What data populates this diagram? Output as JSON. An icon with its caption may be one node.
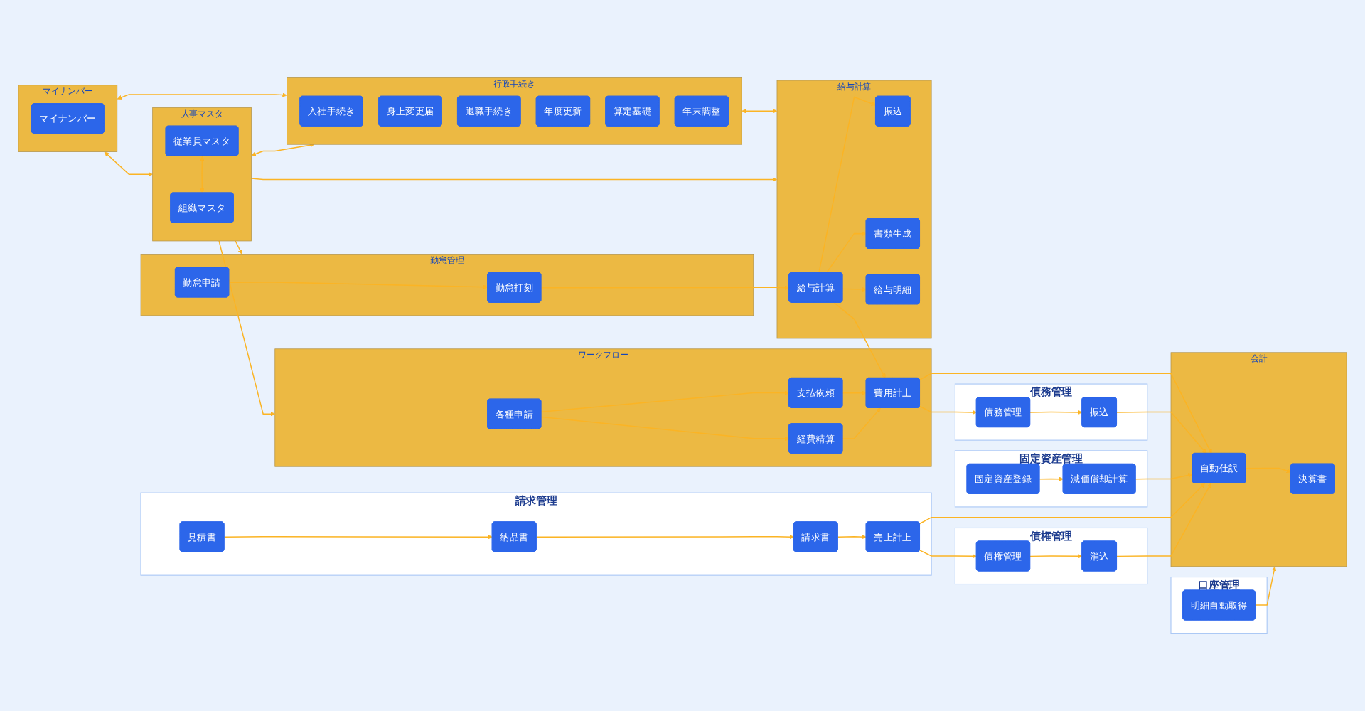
{
  "diagram": {
    "nodes": [
      {
        "text": [
          "マイナンバー"
        ]
      },
      {
        "text": [
          "マイナンバー"
        ],
        "in": 0
      },
      {
        "text": [
          "人事マスタ"
        ]
      },
      {
        "text": [
          "従業員マスタ"
        ],
        "in": 2
      },
      {
        "text": [
          "組織マスタ"
        ],
        "in": 2
      },
      {
        "text": [
          "ワークフロー"
        ]
      },
      {
        "text": [
          "各種申請"
        ],
        "in": 5
      },
      {
        "text": [
          "支払依頼"
        ],
        "in": 5
      },
      {
        "text": [
          "経費精算"
        ],
        "in": 5
      },
      {
        "text": [
          "費用計上"
        ],
        "in": 5
      },
      {
        "text": [
          "口座管理"
        ]
      },
      {
        "text": [
          "明細自動取得"
        ],
        "in": 10
      },
      {
        "text": [
          "請求管理"
        ]
      },
      {
        "text": [
          "見積書"
        ],
        "in": 12
      },
      {
        "text": [
          "納品書"
        ],
        "in": 12
      },
      {
        "text": [
          "請求書"
        ],
        "in": 12
      },
      {
        "text": [
          "売上計上"
        ],
        "in": 12
      },
      {
        "text": [
          "行政手続き"
        ]
      },
      {
        "text": [
          "入社手続き"
        ],
        "in": 17
      },
      {
        "text": [
          "身上変更届"
        ],
        "in": 17
      },
      {
        "text": [
          "退職手続き"
        ],
        "in": 17
      },
      {
        "text": [
          "年度更新"
        ],
        "in": 17
      },
      {
        "text": [
          "算定基礎"
        ],
        "in": 17
      },
      {
        "text": [
          "年末調整"
        ],
        "in": 17
      },
      {
        "text": [
          "給与計算"
        ]
      },
      {
        "text": [
          "振込"
        ],
        "in": 24
      },
      {
        "text": [
          "書類生成"
        ],
        "in": 24
      },
      {
        "text": [
          "給与明細"
        ],
        "in": 24
      },
      {
        "text": [
          "給与計算"
        ],
        "in": 24
      },
      {
        "text": [
          "会計"
        ]
      },
      {
        "text": [
          "決算書"
        ],
        "in": 29
      },
      {
        "text": [
          "自動仕訳"
        ],
        "in": 29
      },
      {
        "text": [
          "勤怠管理"
        ]
      },
      {
        "text": [
          "勤怠打刻"
        ],
        "in": 32
      },
      {
        "text": [
          "勤怠申請"
        ],
        "in": 32
      },
      {
        "text": [
          "債務管理"
        ]
      },
      {
        "text": [
          "債務管理"
        ],
        "in": 35
      },
      {
        "text": [
          "振込"
        ],
        "in": 35
      },
      {
        "text": [
          "固定資産管理"
        ]
      },
      {
        "text": [
          "減価償却計算"
        ],
        "in": 38
      },
      {
        "text": [
          "固定資産登録"
        ],
        "in": 38
      },
      {
        "text": [
          "債権管理"
        ]
      },
      {
        "text": [
          "債権管理"
        ],
        "in": 41
      },
      {
        "text": [
          "消込"
        ],
        "in": 41
      }
    ],
    "edges": [
      {
        "from": 0,
        "to": 2,
        "arrow": "both"
      },
      {
        "from": 0,
        "to": 17,
        "arrow": "both"
      },
      {
        "from": 2,
        "to": 17,
        "arrow": "both"
      },
      {
        "from": 17,
        "to": 24,
        "arrow": "both"
      },
      {
        "from": 2,
        "to": 32,
        "arrow": "to"
      },
      {
        "from": 2,
        "to": 24,
        "arrow": "to"
      },
      {
        "from": 2,
        "to": 5,
        "arrow": "to"
      },
      {
        "from": 3,
        "to": 4,
        "arrow": "both"
      },
      {
        "from": 28,
        "to": 25,
        "arrow": "to"
      },
      {
        "from": 28,
        "to": 27,
        "arrow": "to"
      },
      {
        "from": 28,
        "to": 26,
        "arrow": "to"
      },
      {
        "from": 28,
        "to": 9,
        "arrow": "to"
      },
      {
        "from": 33,
        "to": 28,
        "arrow": "to"
      },
      {
        "from": 34,
        "to": 33,
        "arrow": "to"
      },
      {
        "from": 6,
        "to": 7,
        "arrow": "to"
      },
      {
        "from": 6,
        "to": 8,
        "arrow": "to"
      },
      {
        "from": 7,
        "to": 9,
        "arrow": "to"
      },
      {
        "from": 8,
        "to": 9,
        "arrow": "to"
      },
      {
        "from": 9,
        "to": 31,
        "arrow": "to"
      },
      {
        "from": 9,
        "to": 36,
        "arrow": "to"
      },
      {
        "from": 36,
        "to": 37,
        "arrow": "to"
      },
      {
        "from": 37,
        "to": 31,
        "arrow": "to"
      },
      {
        "from": 11,
        "to": 29,
        "arrow": "to"
      },
      {
        "from": 31,
        "to": 30,
        "arrow": "to"
      },
      {
        "from": 39,
        "to": 31,
        "arrow": "to"
      },
      {
        "from": 40,
        "to": 39,
        "arrow": "to"
      },
      {
        "from": 13,
        "to": 14,
        "arrow": "to"
      },
      {
        "from": 14,
        "to": 15,
        "arrow": "to"
      },
      {
        "from": 15,
        "to": 16,
        "arrow": "to"
      },
      {
        "from": 16,
        "to": 31,
        "arrow": "to"
      },
      {
        "from": 16,
        "to": 42,
        "arrow": "to"
      },
      {
        "from": 42,
        "to": 43,
        "arrow": "to"
      },
      {
        "from": 43,
        "to": 31,
        "arrow": "to"
      }
    ]
  }
}
